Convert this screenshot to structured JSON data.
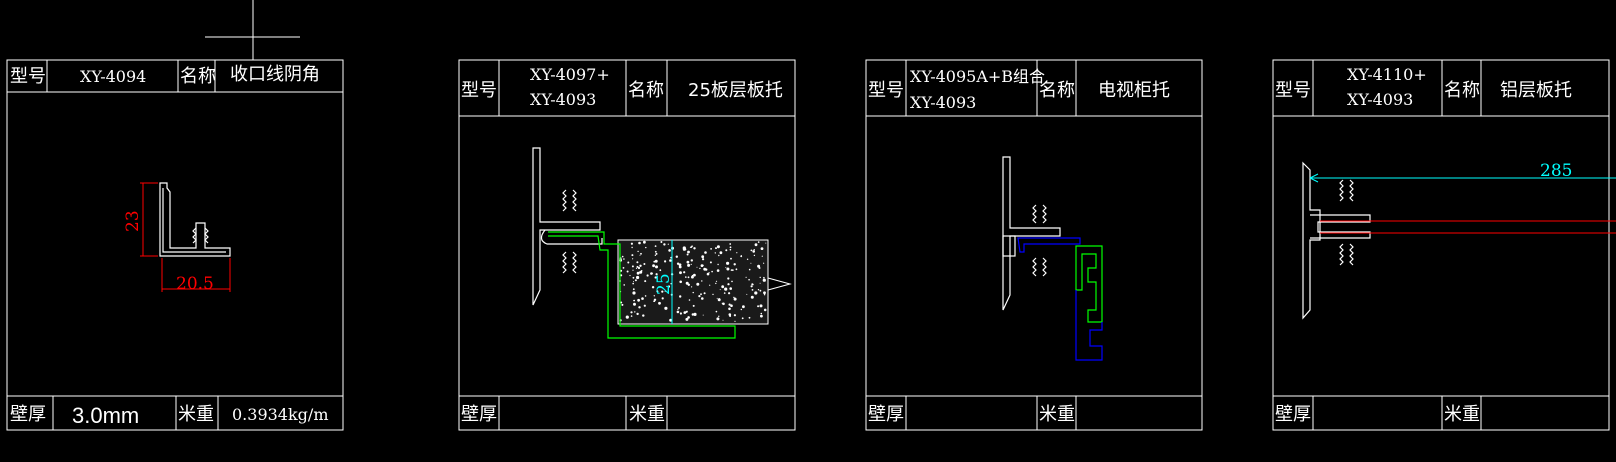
{
  "labels": {
    "model": "型号",
    "name": "名称",
    "wall": "壁厚",
    "weight": "米重"
  },
  "cards": [
    {
      "model_line1": "XY-4094",
      "model_line2": "",
      "name": "收口线阴角",
      "wall": "3.0mm",
      "weight": "0.3934kg/m"
    },
    {
      "model_line1": "XY-4097+",
      "model_line2": "XY-4093",
      "name": "25板层板托",
      "wall": "",
      "weight": ""
    },
    {
      "model_line1": "XY-4095A+B组合",
      "model_line2": "XY-4093",
      "name": "电视柜托",
      "wall": "",
      "weight": ""
    },
    {
      "model_line1": "XY-4110+",
      "model_line2": "XY-4093",
      "name": "铝层板托",
      "wall": "",
      "weight": ""
    }
  ],
  "dims": {
    "d1_height": "23",
    "d1_width": "20.5",
    "d2_thickness": "25",
    "d4_length": "285"
  },
  "colors": {
    "outline": "#ffffff",
    "dim_red": "#ff0000",
    "dim_cyan": "#00ffff",
    "green": "#00ff00",
    "blue": "#0000ff"
  }
}
